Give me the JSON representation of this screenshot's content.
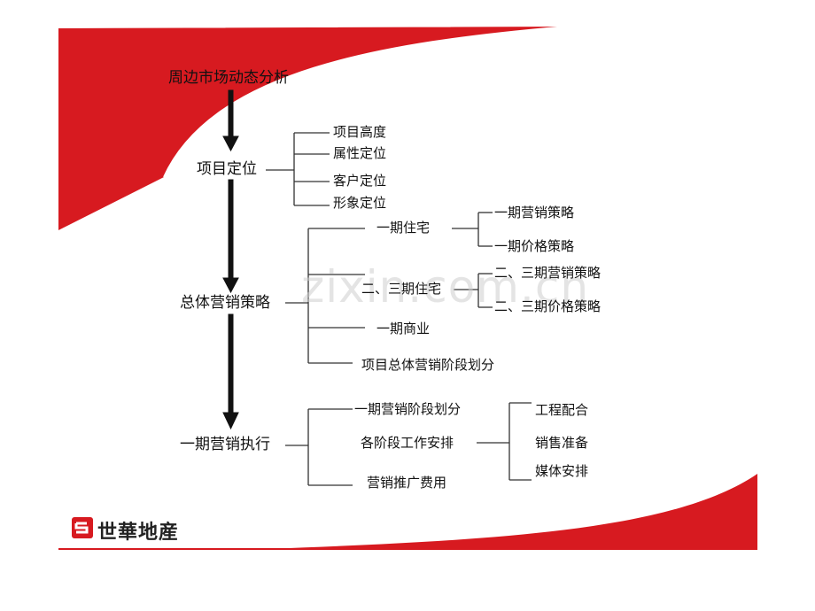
{
  "diagram": {
    "root": "周边市场动态分析",
    "stage1": {
      "label": "项目定位",
      "children": [
        "项目高度",
        "属性定位",
        "客户定位",
        "形象定位"
      ]
    },
    "stage2": {
      "label": "总体营销策略",
      "phase1_residential": {
        "label": "一期住宅",
        "children": [
          "一期营销策略",
          "一期价格策略"
        ]
      },
      "phase23_residential": {
        "label": "二、三期住宅",
        "children": [
          "二、三期营销策略",
          "二、三期价格策略"
        ]
      },
      "phase1_commercial": "一期商业",
      "stage_division": "项目总体营销阶段划分"
    },
    "stage3": {
      "label": "一期营销执行",
      "stage_division": "一期营销阶段划分",
      "work_arrangement": {
        "label": "各阶段工作安排",
        "children": [
          "工程配合",
          "销售准备",
          "媒体安排"
        ]
      },
      "promotion_cost": "营销推广费用"
    }
  },
  "logo": {
    "text": "世華地産",
    "mark_icon": "shihua-logo-mark-icon"
  },
  "watermark": "zixin.com.cn",
  "colors": {
    "accent_red": "#d71a20",
    "line": "#333333",
    "arrow": "#111111"
  }
}
